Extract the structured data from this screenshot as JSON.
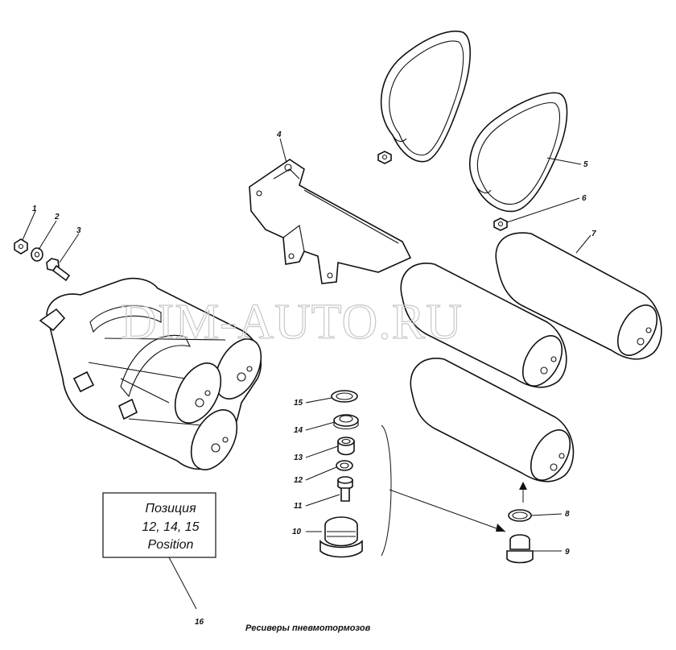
{
  "watermark": "DIM-AUTO.RU",
  "caption": "Ресиверы пневмотормозов",
  "position_box": {
    "line1": "Позиция",
    "line2": "12, 14, 15",
    "line3": "Position"
  },
  "callouts": {
    "n1": "1",
    "n2": "2",
    "n3": "3",
    "n4": "4",
    "n5": "5",
    "n6": "6",
    "n7": "7",
    "n8": "8",
    "n9": "9",
    "n10": "10",
    "n11": "11",
    "n12": "12",
    "n13": "13",
    "n14": "14",
    "n15": "15",
    "n16": "16"
  }
}
